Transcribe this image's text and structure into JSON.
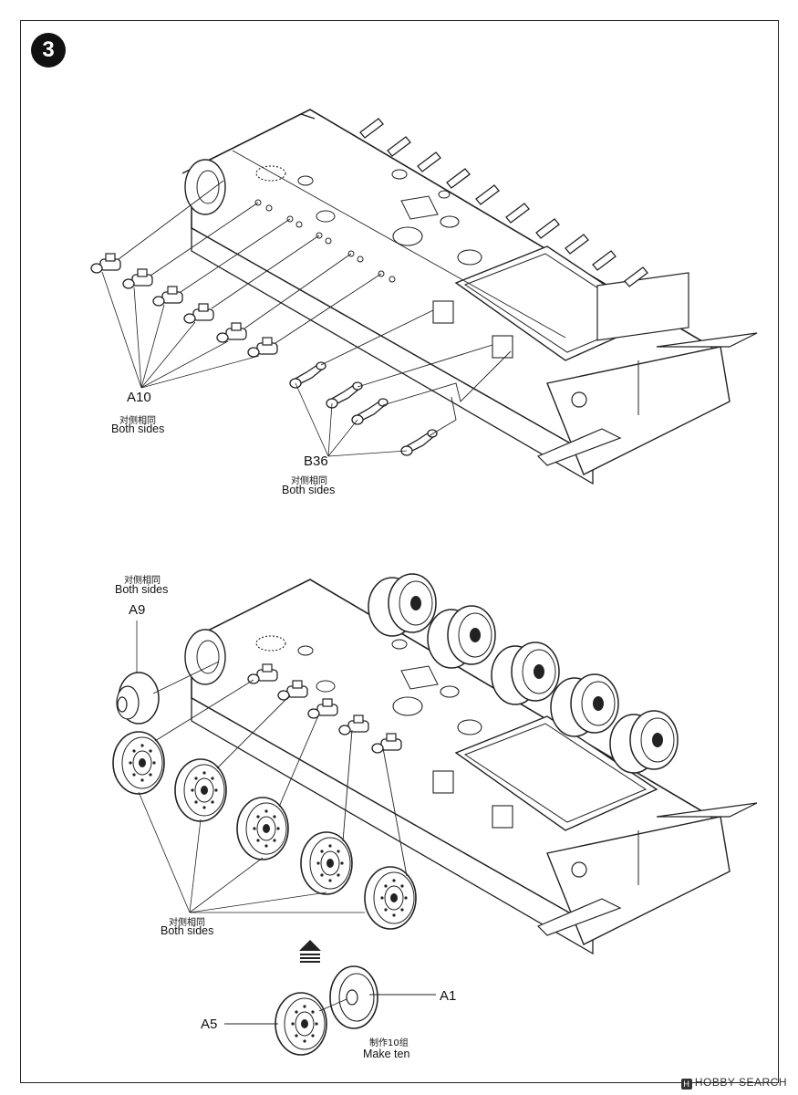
{
  "step": {
    "number": "3"
  },
  "top_assembly": {
    "part_a10": {
      "code": "A10",
      "cn": "对侧相同",
      "en": "Both sides"
    },
    "part_b36": {
      "code": "B36",
      "cn": "对侧相同",
      "en": "Both sides"
    }
  },
  "bottom_assembly": {
    "part_a9": {
      "code": "A9",
      "cn": "对侧相同",
      "en": "Both sides"
    },
    "wheels_note": {
      "cn": "对侧相同",
      "en": "Both sides"
    },
    "part_a1": {
      "code": "A1"
    },
    "part_a5": {
      "code": "A5"
    },
    "make_ten": {
      "cn": "制作10组",
      "en": "Make ten"
    }
  },
  "watermark": {
    "logo": "H",
    "text": "HOBBY SEARCH"
  }
}
